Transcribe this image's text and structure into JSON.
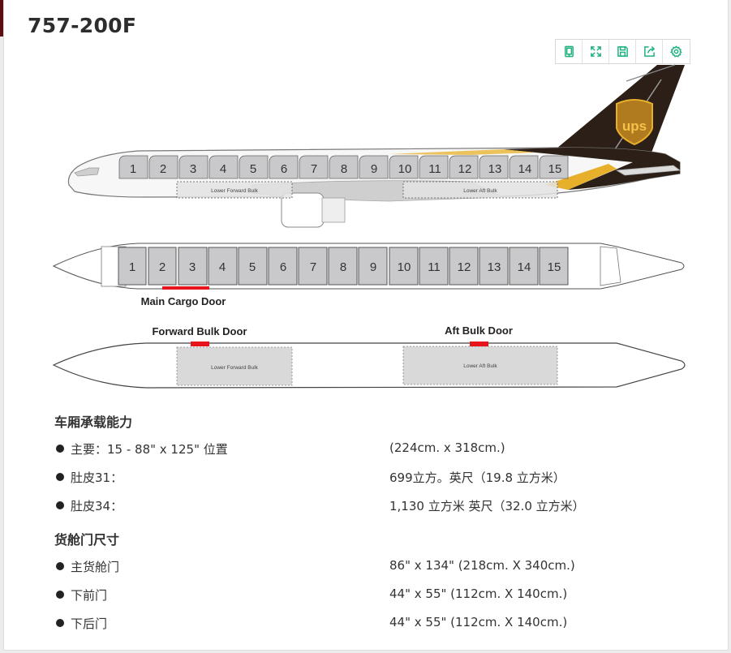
{
  "title": "757-200F",
  "toolbar": {
    "buttons": [
      {
        "icon": "tablet-icon",
        "label": "Mobile view"
      },
      {
        "icon": "fullscreen-icon",
        "label": "Fullscreen"
      },
      {
        "icon": "save-icon",
        "label": "Save"
      },
      {
        "icon": "share-icon",
        "label": "Share"
      },
      {
        "icon": "settings-icon",
        "label": "Settings"
      }
    ],
    "accent_color": "#21b37d"
  },
  "diagram": {
    "positions": [
      "1",
      "2",
      "3",
      "4",
      "5",
      "6",
      "7",
      "8",
      "9",
      "10",
      "11",
      "12",
      "13",
      "14",
      "15"
    ],
    "lower_forward_bulk": "Lower Forward Bulk",
    "lower_aft_bulk": "Lower Aft Bulk",
    "main_cargo_door": "Main Cargo Door",
    "forward_bulk_door": "Forward Bulk Door",
    "aft_bulk_door": "Aft Bulk Door",
    "tail_logo": "ups",
    "colors": {
      "livery_brown": "#2b1f17",
      "gold": "#e8b02a",
      "door_red": "#e8141b",
      "container_gray": "#c9c9cb"
    }
  },
  "capacity": {
    "heading": "车厢承载能力",
    "rows": [
      {
        "label": "主要：15 - 88\" x 125\" 位置",
        "value": "(224cm. x 318cm.)"
      },
      {
        "label": "肚皮31：",
        "value": "699立方。英尺（19.8 立方米）"
      },
      {
        "label": "肚皮34：",
        "value": "1,130 立方米 英尺（32.0 立方米）"
      }
    ]
  },
  "doors": {
    "heading": "货舱门尺寸",
    "rows": [
      {
        "label": "主货舱门",
        "value": "86\" x 134\" (218cm. X 340cm.)"
      },
      {
        "label": "下前门",
        "value": "44\" x 55\" (112cm. X 140cm.)"
      },
      {
        "label": "下后门",
        "value": "44\" x 55\" (112cm. X 140cm.)"
      }
    ]
  }
}
